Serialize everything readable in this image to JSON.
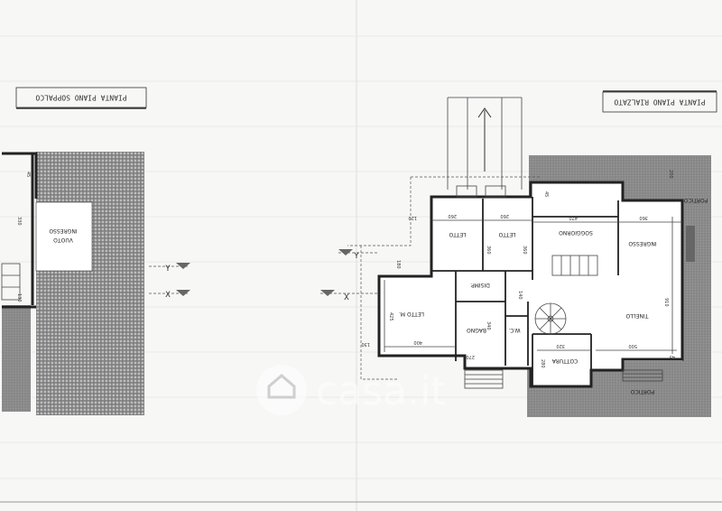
{
  "sheet": {
    "title_mezzanine": "PIANTA PIANO SOPPALCO",
    "title_ground": "PIANTA PIANO RIALZATO"
  },
  "rooms": {
    "vuoto": "VUOTO",
    "ingresso_left": "INGRESSO",
    "letto1": "LETTO",
    "letto2": "LETTO",
    "soggiorno": "SOGGIORNO",
    "ingresso": "INGRESSO",
    "disimp": "DISIMP.",
    "letto_m": "LETTO M.",
    "bagno": "BAGNO",
    "wc": "W.C.",
    "tinello": "TINELLO",
    "cottura": "COTTURA",
    "portico_top": "PORTICO",
    "portico_bottom": "PORTICO"
  },
  "dimensions": {
    "d260a": "260",
    "d360a": "360",
    "d260b": "260",
    "d360b": "360",
    "d470": "470",
    "d360c": "360",
    "d910": "910",
    "d400": "400",
    "d425": "425",
    "d270": "270",
    "d340": "340",
    "d500": "500",
    "d320": "320",
    "d280": "280",
    "d330": "330",
    "d120": "120",
    "d130": "130",
    "d180": "180",
    "d140": "140",
    "d200": "200",
    "d45a": "45",
    "d45b": "45",
    "d45c": "45"
  },
  "section_marks": {
    "a": "Y",
    "b": "X",
    "c": "Y",
    "d": "X"
  },
  "watermark": "casa.it"
}
